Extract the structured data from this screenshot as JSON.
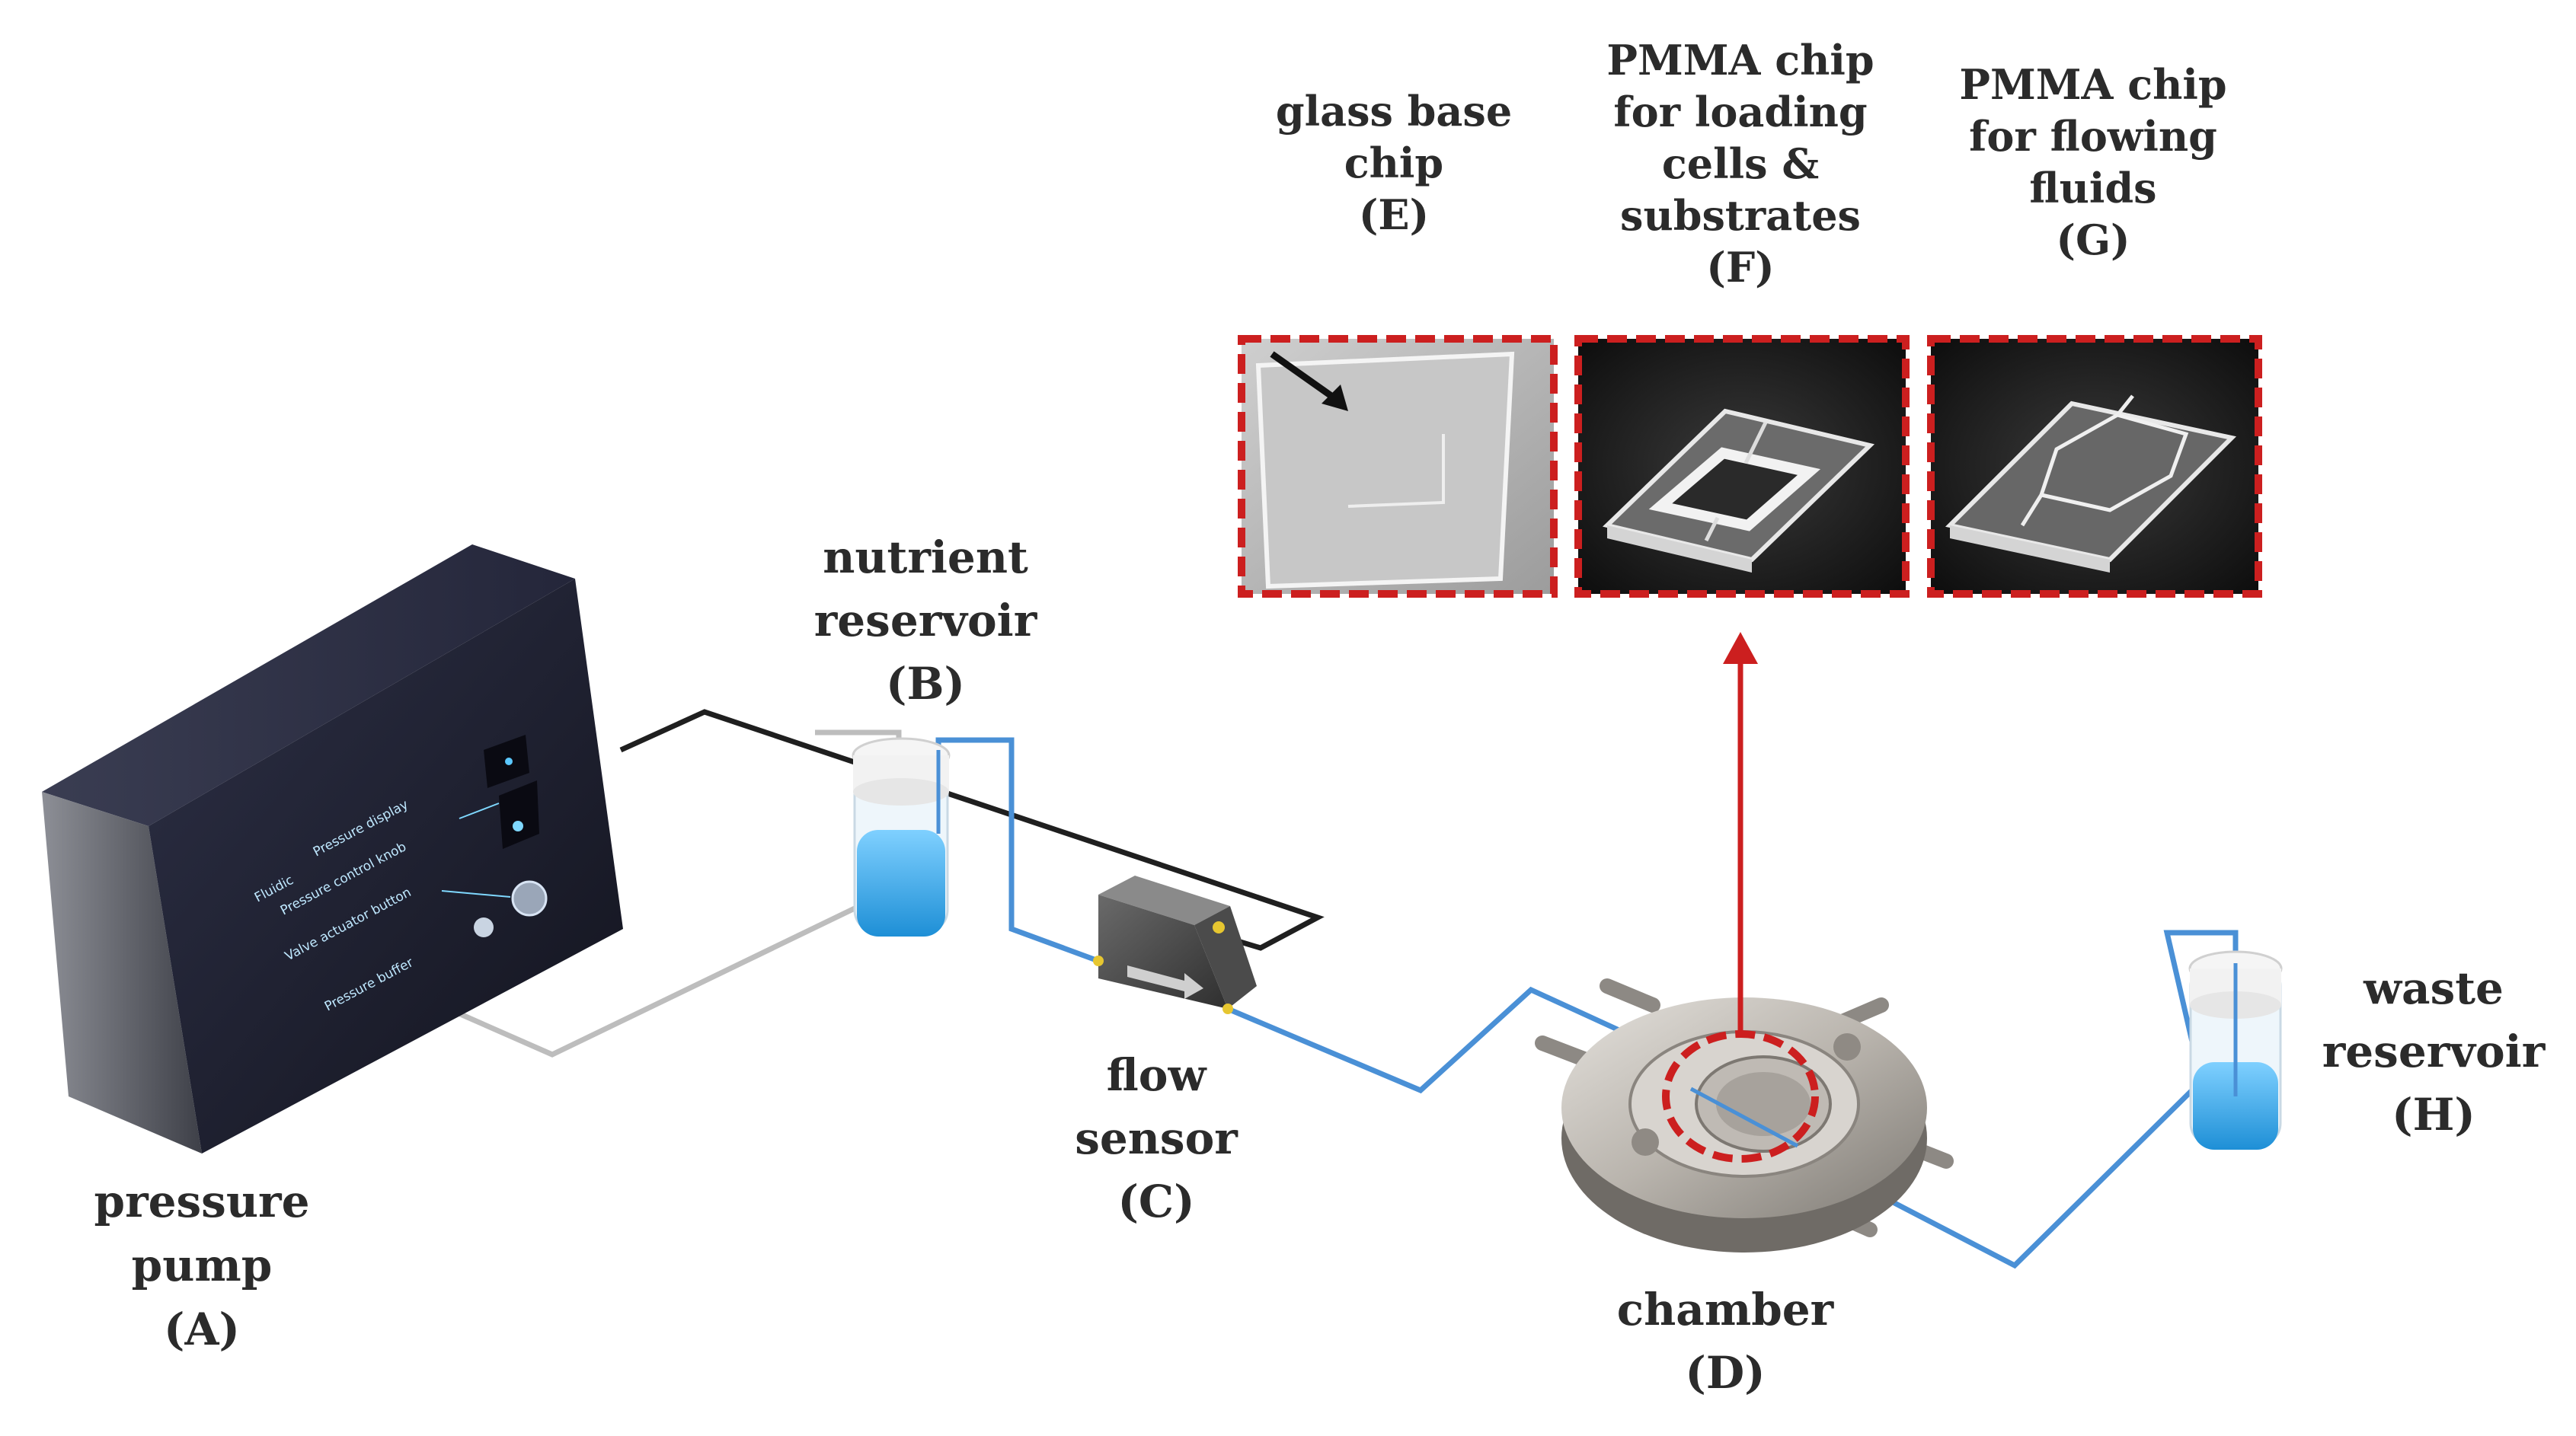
{
  "labels": {
    "pump": [
      "pressure",
      "pump",
      "(A)"
    ],
    "nutrient": [
      "nutrient",
      "reservoir",
      "(B)"
    ],
    "sensor": [
      "flow",
      "sensor",
      "(C)"
    ],
    "chamber": [
      "chamber",
      "(D)"
    ],
    "glass": [
      "glass base",
      "chip",
      "(E)"
    ],
    "pmma_load": [
      "PMMA chip",
      "for loading",
      "cells &",
      "substrates",
      "(F)"
    ],
    "pmma_flow": [
      "PMMA chip",
      "for flowing",
      "fluids",
      "(G)"
    ],
    "waste": [
      "waste",
      "reservoir",
      "(H)"
    ]
  },
  "pump_panel": {
    "display": "Pressure display",
    "knob": "Pressure control knob",
    "valve": "Valve actuator button",
    "buffer": "Pressure buffer",
    "brand": "Fluidic"
  },
  "colors": {
    "tube_blue": "#4a90d6",
    "tube_black": "#1f1f1f",
    "tube_gray": "#bdbdbd",
    "highlight_red": "#cc1f1f",
    "liquid": "#36a8e8"
  }
}
